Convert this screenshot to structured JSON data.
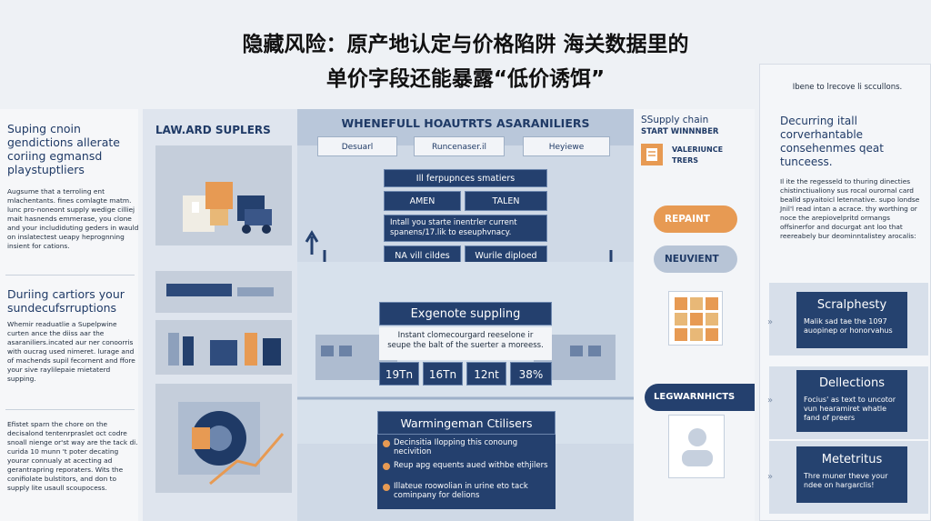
{
  "title": {
    "line1": "隐藏风险：原产地认定与价格陷阱 海关数据里的",
    "line2": "单价字段还能暴露“低价诱饵”"
  },
  "left": {
    "s1_head": "Suping cnoin gendictions allerate coriing egmansd playstuptliers",
    "s1_body": "Augsume that a terroling ent mlachentants. fines comlagte matm. lunc pro-noneont supply wedige cilliej mait hasnends emmerase, you clone and your includiduting geders in wauld on inslatectest ueapy heprognning insient for cations.",
    "s2_head": "Duriing cartiors your sundecufsrruptions",
    "s2_body": "Whemir readuatlie a Supelpwine curten ance the diiss aar the asaraniliers.incated aur ner conoorris with oucrag used nimeret. lurage and of machends supil fecornent and ffore your sive raylilepaie mietaterd supping.",
    "s3_body": "Efistet sparn the chore on the decisalond tentenrpraslet oct codre snoall nienge or'st way are the tack di. curida 10 munn 't poter decating yourar connualy at acecting ad gerantrapring reporaters. Wits the conifiolate bulstitors, and don to supply lite usaull scoupocess."
  },
  "panel2": {
    "title": "LAW.ARD SUPLERS"
  },
  "central": {
    "title": "WHENEFULL HOAUTRTS ASARANILIERS",
    "tabs": [
      "Desuarl",
      "Runcenaser.il",
      "Heyiewe"
    ],
    "box_title": "Ill ferpupnces smatiers",
    "cell_a": "AMEN",
    "cell_b": "TALEN",
    "box_text": "Intall you starte inentrler current spanens/17.lik to eseuphvnacy.",
    "cell_c": "NA vill cildes",
    "cell_d": "Wurile diploed",
    "mid_title": "Exgenote suppling",
    "mid_text": "Instant clomecourgard reeselone ir seupe the balt of the suerter a moreess.",
    "numbers": [
      "19Tn",
      "16Tn",
      "12nt",
      "38%"
    ],
    "warn_title": "Warmingeman Ctilisers",
    "bullets": [
      "Decinsitia Ilopping this conoung necivition",
      "Reup apg equents aued withbe ethjilers",
      "Illateue roowolian in urine eto tack cominpany for delions"
    ]
  },
  "rc": {
    "head": "SSupply chain",
    "sub": "START WINNNBER",
    "badge1": "VALERIUNCE",
    "badge2": "TRERS",
    "pill1": "REPAINT",
    "pill2": "NEUVIENT",
    "pill3": "LEGWARNHICTS"
  },
  "right": {
    "top_note": "Ibene to lrecove li sccullons.",
    "head": "Decurring itall corverhantable consehenmes qeat tunceess.",
    "body": "Il ite the regesseld to thuring dinecties chistinctiualiony sus rocal ourornal card bealld spyaitoicl letennative. supo londse Jnil'l read intan a acrace. thy worthing or noce the arepiovelpritd ormangs offsinerfor and docurgat ant loo that reereabely bur deominntalistey arocalis:",
    "boxes": [
      {
        "title": "Scralphesty",
        "body": "Malik sad tae the 1097 auopinep or honorvahus"
      },
      {
        "title": "Dellections",
        "body": "Focius' as text to uncotor vun hearamiret whatle fand of preers"
      },
      {
        "title": "Metetritus",
        "body": "Thre muner theve your ndee on hargarclis!"
      }
    ]
  },
  "colors": {
    "navy": "#24406e",
    "orange": "#e79a53",
    "slate": "#b7c4d6"
  }
}
